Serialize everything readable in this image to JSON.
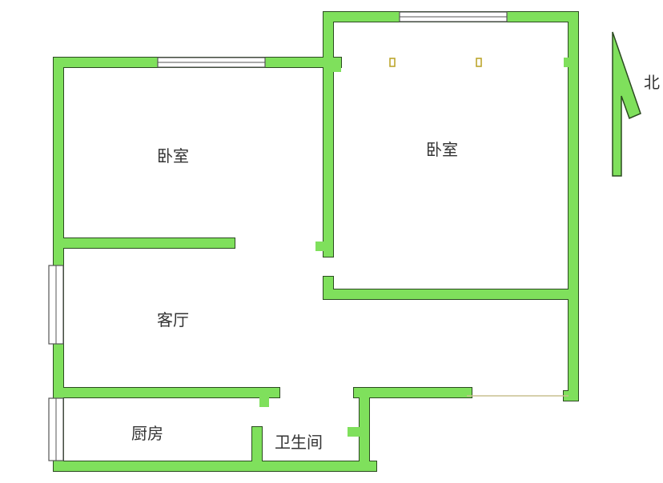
{
  "rooms": {
    "bedroom_left": "卧室",
    "bedroom_right": "卧室",
    "living_room": "客厅",
    "kitchen": "厨房",
    "bathroom": "卫生间"
  },
  "compass": {
    "label": "北",
    "icon": "north-arrow-icon"
  },
  "colors": {
    "wall": "#7fe05c",
    "wall_outline": "#2b4a20"
  }
}
